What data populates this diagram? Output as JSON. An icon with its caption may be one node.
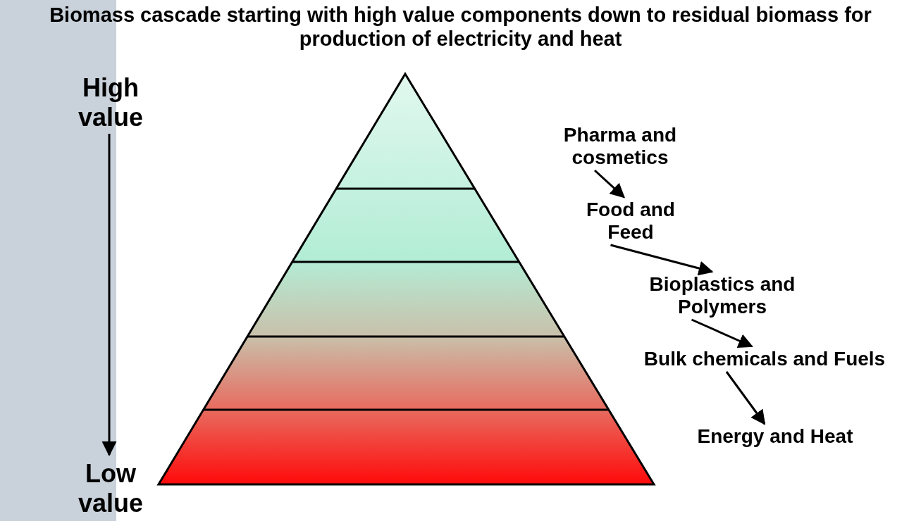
{
  "diagram": {
    "title": "Biomass cascade starting with high value components down to residual biomass for production of electricity and heat",
    "nodes": [
      {
        "text": [
          "High value"
        ]
      },
      {
        "text": [
          "Low value"
        ]
      },
      {
        "text": [
          "Pharma and cosmetics"
        ]
      },
      {
        "text": [
          "Food and Feed"
        ]
      },
      {
        "text": [
          "Bioplastics and Polymers"
        ]
      },
      {
        "text": [
          "Bulk chemicals and Fuels"
        ]
      },
      {
        "text": [
          "Energy and Heat"
        ]
      }
    ],
    "edges": [
      {
        "from": 0,
        "to": 1,
        "arrow": "to"
      },
      {
        "from": 2,
        "to": 3,
        "arrow": "to"
      },
      {
        "from": 3,
        "to": 4,
        "arrow": "to"
      },
      {
        "from": 4,
        "to": 5,
        "arrow": "to"
      },
      {
        "from": 5,
        "to": 6,
        "arrow": "to"
      }
    ]
  }
}
